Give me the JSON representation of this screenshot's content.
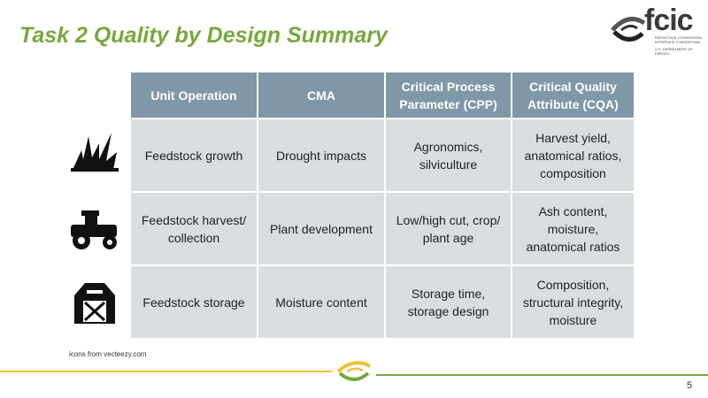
{
  "title": "Task 2 Quality by Design Summary",
  "logo": {
    "name": "fcic",
    "subtitle": "FEEDSTOCK-CONVERSION INTERFACE CONSORTIUM",
    "org": "U.S. DEPARTMENT OF ENERGY"
  },
  "table": {
    "headers": [
      "Unit Operation",
      "CMA",
      "Critical Process Parameter (CPP)",
      "Critical Quality Attribute (CQA)"
    ],
    "rows": [
      [
        "Feedstock growth",
        "Drought impacts",
        "Agronomics, silviculture",
        "Harvest yield, anatomical ratios, composition"
      ],
      [
        "Feedstock harvest/ collection",
        "Plant development",
        "Low/high cut, crop/ plant age",
        "Ash content, moisture, anatomical ratios"
      ],
      [
        "Feedstock storage",
        "Moisture content",
        "Storage time, storage design",
        "Composition, structural integrity, moisture"
      ]
    ]
  },
  "credit": "icons from vecteezy.com",
  "page_number": "5",
  "colors": {
    "title": "#77a83d",
    "header": "#7f97a6",
    "row": "#d9dde0",
    "yellow": "#f2c037",
    "green": "#77a83d"
  }
}
